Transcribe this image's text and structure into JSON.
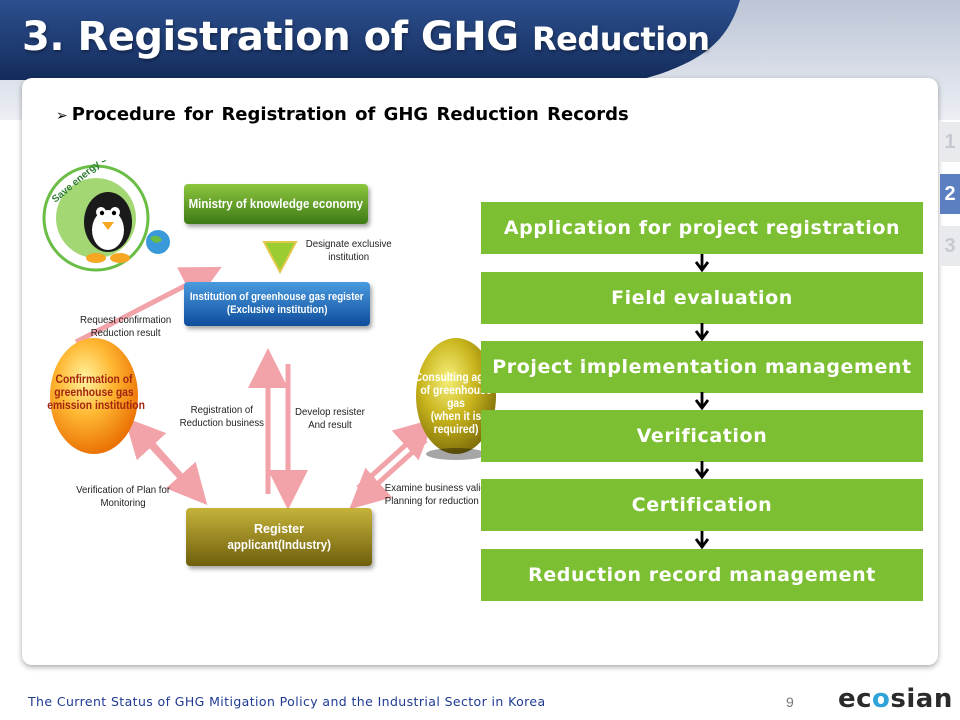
{
  "header": {
    "title_main": "3. Registration of GHG",
    "title_tail": "Reduction"
  },
  "subtitle": "Procedure for Registration of GHG Reduction Records",
  "side_tabs": [
    "1",
    "2",
    "3"
  ],
  "process_steps": [
    "Application for project registration",
    "Field evaluation",
    "Project implementation management",
    "Verification",
    "Certification",
    "Reduction record management"
  ],
  "diagram": {
    "mascot_slogan": "Save energy Save earth",
    "ministry": "Ministry of knowledge economy",
    "designate": "Designate exclusive\ninstitution",
    "registry_line1": "Institution of greenhouse gas register",
    "registry_line2": "(Exclusive institution)",
    "request": "Request confirmation\nReduction result",
    "confirm_egg": "Confirmation of\ngreenhouse gas\nemission institution",
    "consult_egg": "Consulting agency\nof greenhouse\ngas\n(when it is\nrequired)",
    "registration": "Registration of\nReduction business",
    "develop": "Develop resister\nAnd result",
    "verification_plan": "Verification of Plan for\nMonitoring",
    "examine": "Examine business validity\nPlanning for reduction",
    "applicant_line1": "Register",
    "applicant_line2": "applicant(Industry)"
  },
  "footer": {
    "text": "The Current Status of GHG Mitigation Policy and the Industrial Sector in Korea",
    "page": "9",
    "logo_pre": "ec",
    "logo_o": "o",
    "logo_post": "sian"
  },
  "colors": {
    "step_green": "#7cbf32",
    "title_navy": "#1f3f7a",
    "footer_blue": "#1f3a93",
    "active_tab": "#5b7fc0"
  }
}
